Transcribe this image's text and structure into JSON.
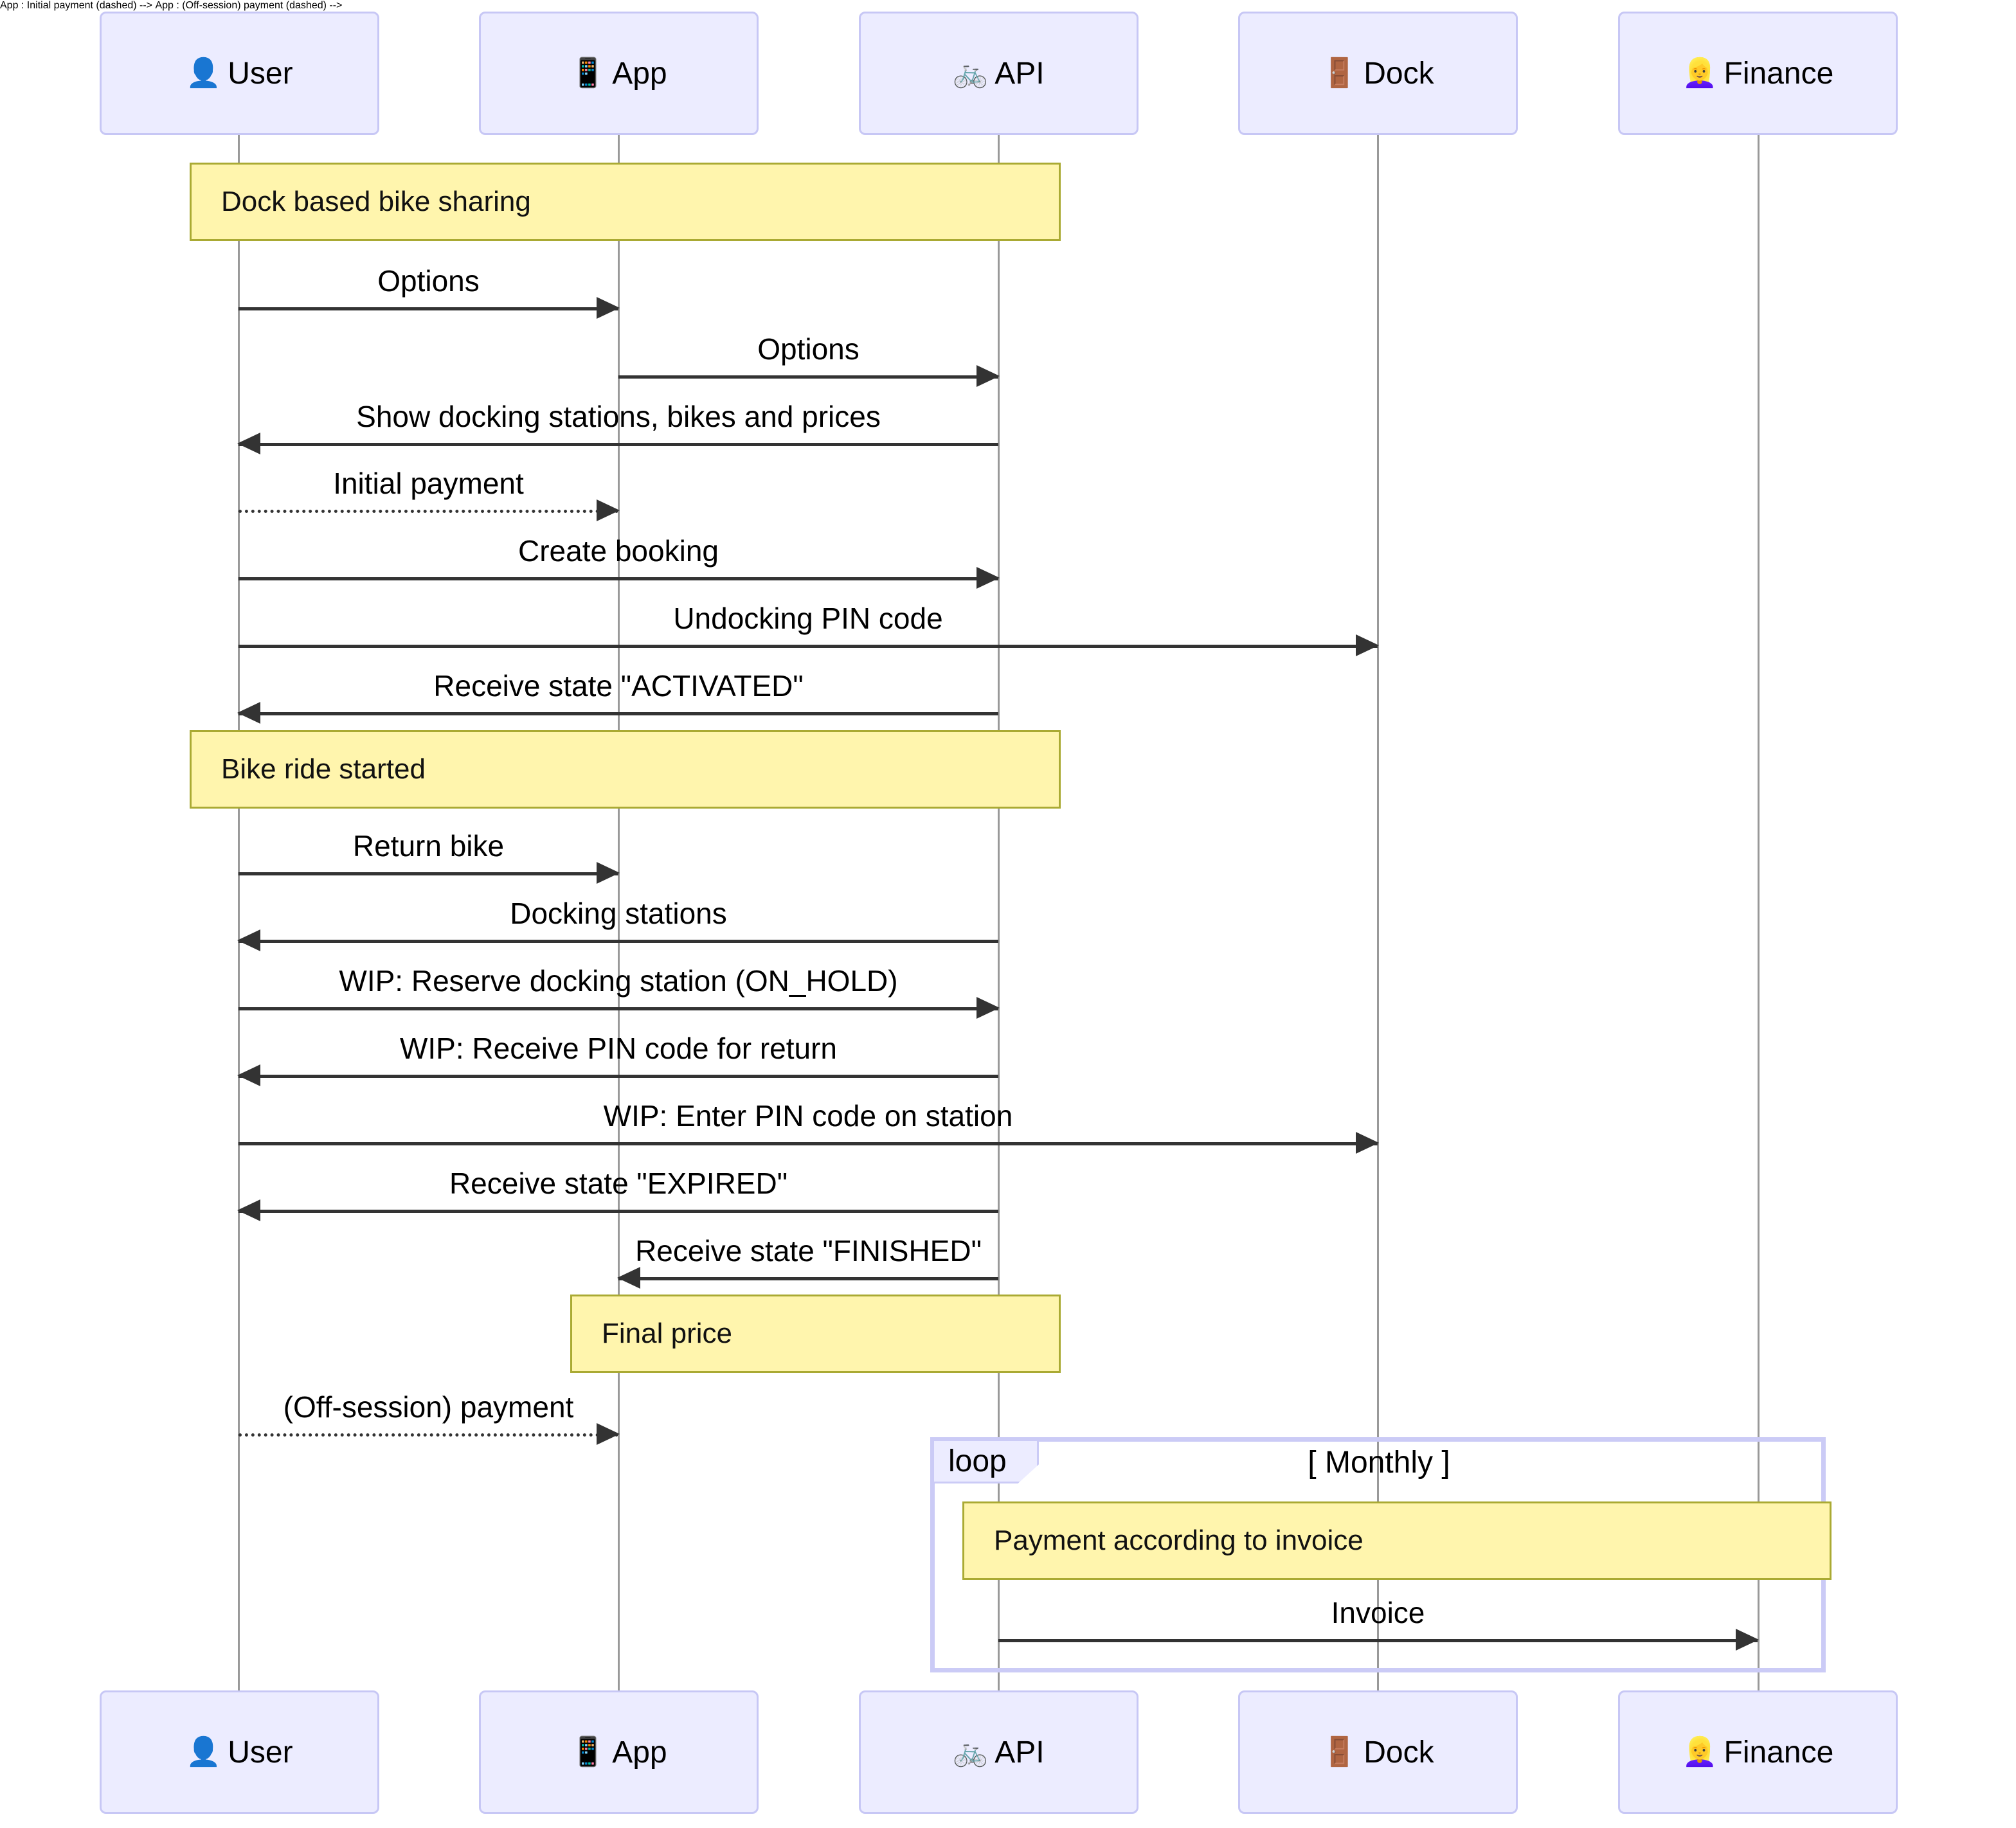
{
  "diagram": {
    "type": "sequence-diagram",
    "title": "Dock based bike sharing",
    "colors": {
      "participant_fill": "#ECECFF",
      "participant_border": "#C7C7F5",
      "note_fill": "#FFF5AD",
      "note_border": "#AAAA33",
      "lifeline": "#999999",
      "message": "#333333",
      "fragment_border": "#CBCBF6"
    },
    "participants": [
      {
        "id": "user",
        "label": "User",
        "icon": "👤",
        "icon_name": "bust-in-silhouette-icon"
      },
      {
        "id": "app",
        "label": "App",
        "icon": "📱",
        "icon_name": "mobile-phone-icon"
      },
      {
        "id": "api",
        "label": "API",
        "icon": "🚲",
        "icon_name": "bicycle-icon"
      },
      {
        "id": "dock",
        "label": "Dock",
        "icon": "🚪",
        "icon_name": "door-icon"
      },
      {
        "id": "finance",
        "label": "Finance",
        "icon": "👱‍♀️",
        "icon_name": "person-blond-hair-icon"
      }
    ],
    "notes": [
      {
        "id": "note-dock-based",
        "text": "Dock based bike sharing"
      },
      {
        "id": "note-bike-ride",
        "text": "Bike ride started"
      },
      {
        "id": "note-final-price",
        "text": "Final price"
      },
      {
        "id": "note-payment-invoice",
        "text": "Payment according to invoice"
      }
    ],
    "messages": [
      {
        "id": "m1",
        "text": "Options",
        "from": "user",
        "to": "app",
        "dir": "right",
        "style": "solid"
      },
      {
        "id": "m2",
        "text": "Options",
        "from": "app",
        "to": "api",
        "dir": "right",
        "style": "solid"
      },
      {
        "id": "m3",
        "text": "Show docking stations, bikes and prices",
        "from": "api",
        "to": "user",
        "dir": "left",
        "style": "solid"
      },
      {
        "id": "m4",
        "text": "Initial payment",
        "from": "user",
        "to": "app",
        "dir": "right",
        "style": "dashed"
      },
      {
        "id": "m5",
        "text": "Create booking",
        "from": "user",
        "to": "api",
        "dir": "right",
        "style": "solid"
      },
      {
        "id": "m6",
        "text": "Undocking PIN code",
        "from": "user",
        "to": "dock",
        "dir": "right",
        "style": "solid"
      },
      {
        "id": "m7",
        "text": "Receive state \"ACTIVATED\"",
        "from": "api",
        "to": "user",
        "dir": "left",
        "style": "solid"
      },
      {
        "id": "m8",
        "text": "Return bike",
        "from": "user",
        "to": "app",
        "dir": "right",
        "style": "solid"
      },
      {
        "id": "m9",
        "text": "Docking stations",
        "from": "api",
        "to": "user",
        "dir": "left",
        "style": "solid"
      },
      {
        "id": "m10",
        "text": "WIP: Reserve docking station (ON_HOLD)",
        "from": "user",
        "to": "api",
        "dir": "right",
        "style": "solid"
      },
      {
        "id": "m11",
        "text": "WIP: Receive PIN code for return",
        "from": "api",
        "to": "user",
        "dir": "left",
        "style": "solid"
      },
      {
        "id": "m12",
        "text": "WIP: Enter PIN code on station",
        "from": "user",
        "to": "dock",
        "dir": "right",
        "style": "solid"
      },
      {
        "id": "m13",
        "text": "Receive state \"EXPIRED\"",
        "from": "api",
        "to": "user",
        "dir": "left",
        "style": "solid"
      },
      {
        "id": "m14",
        "text": "Receive state \"FINISHED\"",
        "from": "api",
        "to": "app",
        "dir": "left",
        "style": "solid"
      },
      {
        "id": "m15",
        "text": "(Off-session) payment",
        "from": "user",
        "to": "app",
        "dir": "right",
        "style": "dashed"
      },
      {
        "id": "m16",
        "text": "Invoice",
        "from": "api",
        "to": "finance",
        "dir": "right",
        "style": "solid"
      }
    ],
    "fragments": [
      {
        "id": "loop-monthly",
        "operator": "loop",
        "condition": "[ Monthly ]"
      }
    ]
  }
}
